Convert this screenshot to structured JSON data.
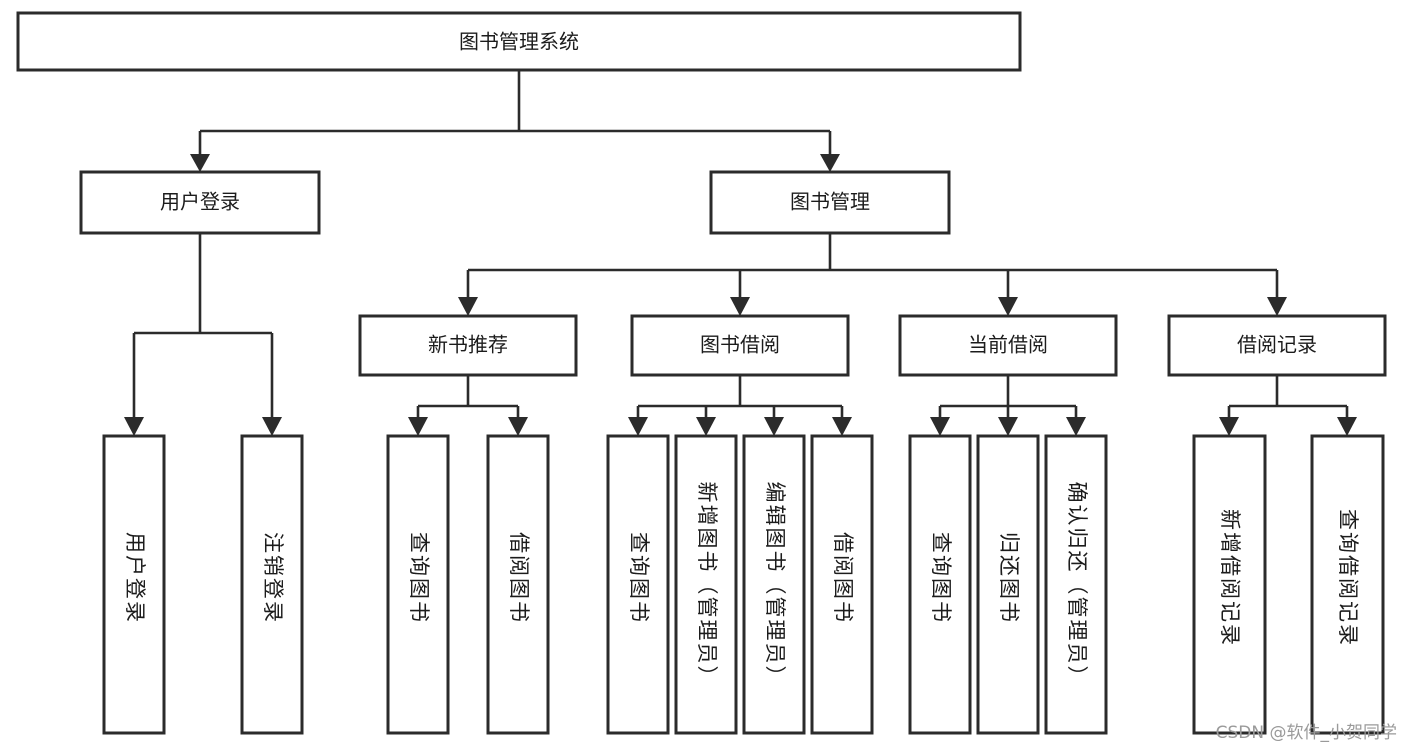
{
  "diagram": {
    "type": "tree-hierarchy",
    "title_node": "图书管理系统",
    "watermark": "CSDN @软件_小贺同学",
    "colors": {
      "box_stroke": "#2b2b2b",
      "box_fill": "#ffffff",
      "connector": "#2b2b2b",
      "text": "#1c1c1c",
      "background": "#ffffff",
      "watermark": "#9a9a9a"
    },
    "levels": {
      "root": "图书管理系统",
      "level1": [
        "用户登录",
        "图书管理"
      ],
      "level2": [
        "新书推荐",
        "图书借阅",
        "当前借阅",
        "借阅记录"
      ]
    },
    "nodes": {
      "root": {
        "label": "图书管理系统"
      },
      "user_login": {
        "label": "用户登录"
      },
      "book_manage": {
        "label": "图书管理"
      },
      "new_book_rec": {
        "label": "新书推荐"
      },
      "book_borrow": {
        "label": "图书借阅"
      },
      "current_borrow": {
        "label": "当前借阅"
      },
      "borrow_record": {
        "label": "借阅记录"
      }
    },
    "leaves": {
      "user_login": [
        {
          "label": "用户登录"
        },
        {
          "label": "注销登录"
        }
      ],
      "new_book_rec": [
        {
          "label": "查询图书"
        },
        {
          "label": "借阅图书"
        }
      ],
      "book_borrow": [
        {
          "label": "查询图书"
        },
        {
          "label": "新增图书（管理员）"
        },
        {
          "label": "编辑图书（管理员）"
        },
        {
          "label": "借阅图书"
        }
      ],
      "current_borrow": [
        {
          "label": "查询图书"
        },
        {
          "label": "归还图书"
        },
        {
          "label": "确认归还（管理员）"
        }
      ],
      "borrow_record": [
        {
          "label": "新增借阅记录"
        },
        {
          "label": "查询借阅记录"
        }
      ]
    }
  }
}
